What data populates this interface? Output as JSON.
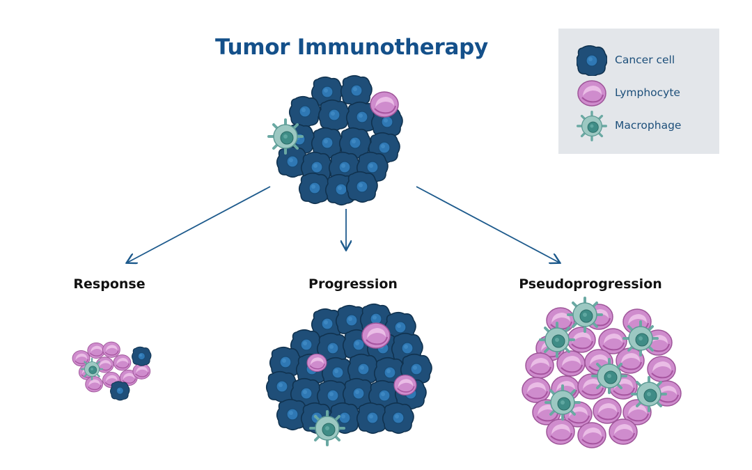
{
  "title": "Tumor Immunotherapy",
  "legend": {
    "items": [
      {
        "label": "Cancer cell",
        "icon": "cancer-cell-icon"
      },
      {
        "label": "Lymphocyte",
        "icon": "lymphocyte-icon"
      },
      {
        "label": "Macrophage",
        "icon": "macrophage-icon"
      }
    ]
  },
  "outcomes": [
    {
      "label": "Response"
    },
    {
      "label": "Progression"
    },
    {
      "label": "Pseudoprogression"
    }
  ],
  "colors": {
    "title": "#14508a",
    "arrow": "#1d5a8c",
    "cancer_fill": "#1f4e78",
    "cancer_nucleus": "#2f78b4",
    "lymphocyte_fill": "#cf8ccd",
    "lymphocyte_nucleus": "#a6549f",
    "macrophage_fill": "#9cc8c2",
    "macrophage_nucleus": "#3f8c86",
    "legend_bg": "#e3e6ea"
  }
}
